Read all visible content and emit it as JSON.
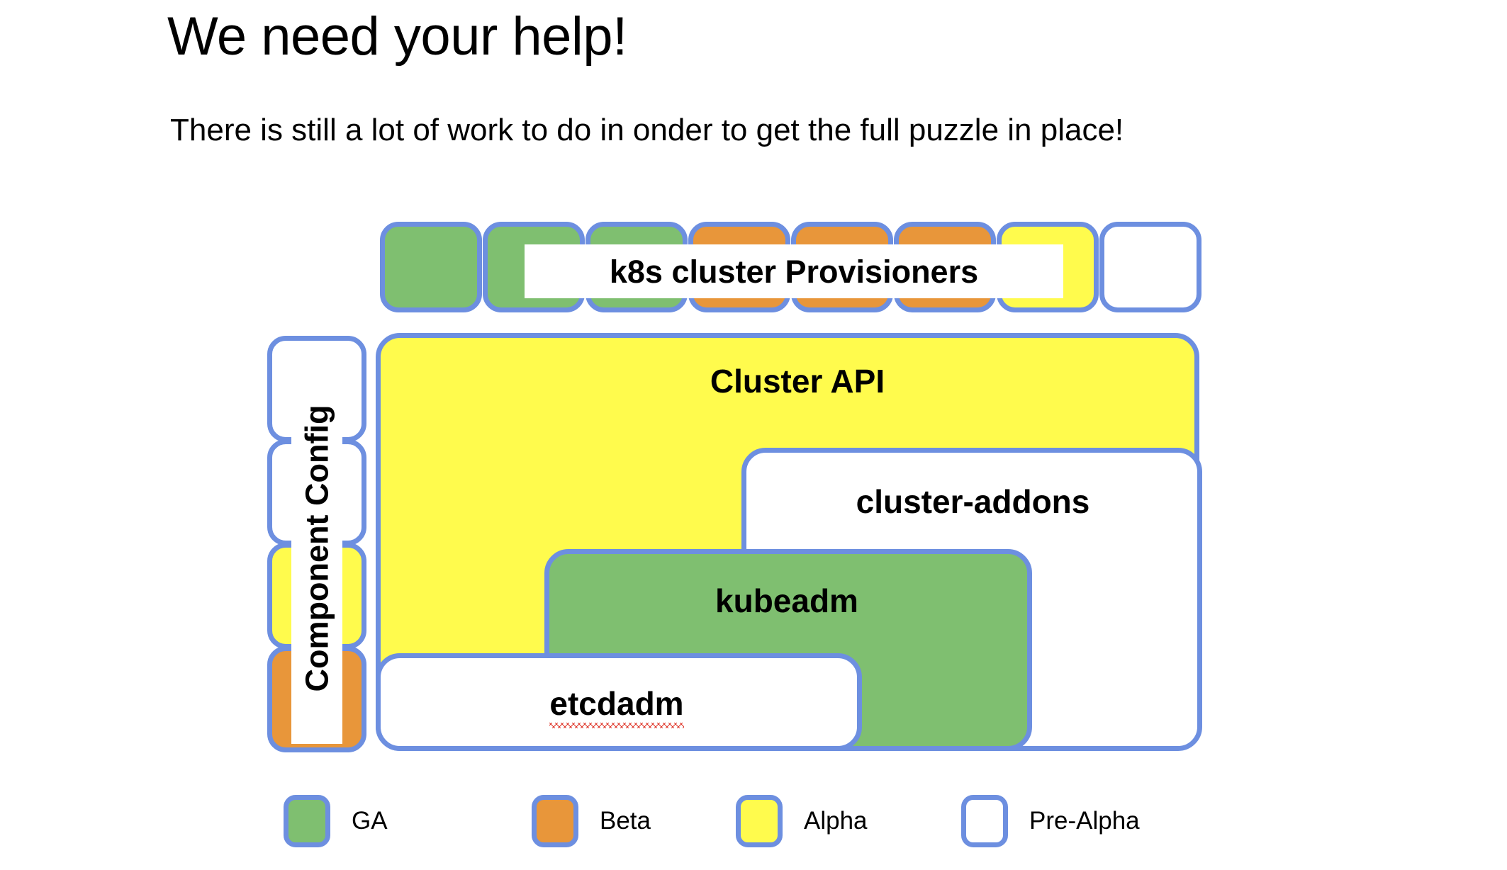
{
  "slide": {
    "title": "We need your help!",
    "subtitle": "There is still a lot of work to do in onder to get the full puzzle in place!"
  },
  "diagram": {
    "provisioners": {
      "banner_label": "k8s cluster Provisioners",
      "tiles": [
        {
          "maturity": "GA",
          "color": "#7fbf70"
        },
        {
          "maturity": "GA",
          "color": "#7fbf70"
        },
        {
          "maturity": "GA",
          "color": "#7fbf70"
        },
        {
          "maturity": "Beta",
          "color": "#e8963a"
        },
        {
          "maturity": "Beta",
          "color": "#e8963a"
        },
        {
          "maturity": "Beta",
          "color": "#e8963a"
        },
        {
          "maturity": "Alpha",
          "color": "#fffb4d"
        },
        {
          "maturity": "Pre-Alpha",
          "color": "#ffffff"
        }
      ]
    },
    "component_config": {
      "label": "Component Config",
      "tiles": [
        {
          "maturity": "Pre-Alpha",
          "color": "#ffffff"
        },
        {
          "maturity": "Pre-Alpha",
          "color": "#ffffff"
        },
        {
          "maturity": "Alpha",
          "color": "#fffb4d"
        },
        {
          "maturity": "Beta",
          "color": "#e8963a"
        }
      ]
    },
    "stack": [
      {
        "label": "Cluster API",
        "maturity": "Alpha",
        "color": "#fffb4d"
      },
      {
        "label": "cluster-addons",
        "maturity": "Pre-Alpha",
        "color": "#ffffff"
      },
      {
        "label": "kubeadm",
        "maturity": "GA",
        "color": "#7fbf70"
      },
      {
        "label": "etcdadm",
        "maturity": "Pre-Alpha",
        "color": "#ffffff",
        "misspelled": true
      }
    ]
  },
  "legend": {
    "items": [
      {
        "label": "GA",
        "color": "#7fbf70"
      },
      {
        "label": "Beta",
        "color": "#e8963a"
      },
      {
        "label": "Alpha",
        "color": "#fffb4d"
      },
      {
        "label": "Pre-Alpha",
        "color": "#ffffff"
      }
    ]
  },
  "colors": {
    "border_blue": "#6d8fe0",
    "ga_green": "#7fbf70",
    "beta_orange": "#e8963a",
    "alpha_yellow": "#fffb4d",
    "prealpha_white": "#ffffff",
    "spellcheck_red": "#e03b2f"
  }
}
